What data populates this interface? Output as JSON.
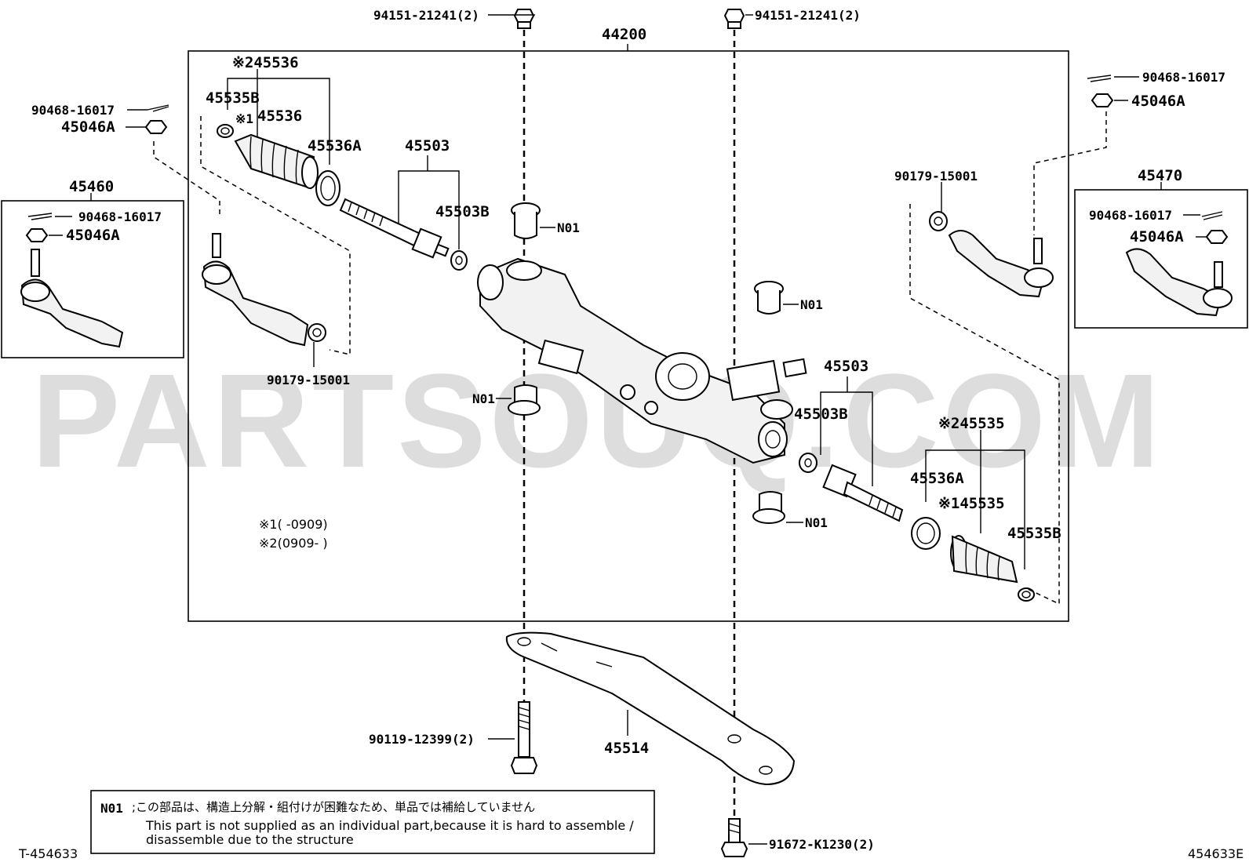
{
  "watermark": "PARTSOUQ.COM",
  "labels": {
    "assembly": "44200",
    "bolt_top_left": "94151-21241(2)",
    "bolt_top_right": "94151-21241(2)",
    "boot_ref_2_left": "※245536",
    "boot_left": "45536",
    "clamp_left": "45535B",
    "ref1_left": "※1",
    "clamp_ring_left": "45536A",
    "rack_end_left": "45503",
    "washer_left": "45503B",
    "n01_top": "N01",
    "n01_mid_left": "N01",
    "n01_mid_right": "N01",
    "n01_bottom": "N01",
    "tie_end_left": "45460",
    "pin_left_outer": "90468-16017",
    "nut_left_outer": "45046A",
    "pin_left_inset": "90468-16017",
    "nut_left_inset": "45046A",
    "cushion_left": "90179-15001",
    "tie_end_right": "45470",
    "pin_right_outer": "90468-16017",
    "nut_right_outer": "45046A",
    "pin_right_inset": "90468-16017",
    "nut_right_inset": "45046A",
    "cushion_right": "90179-15001",
    "rack_end_right": "45503",
    "washer_right": "45503B",
    "boot_ref_2_right": "※245535",
    "clamp_ring_right": "45536A",
    "boot_ref_1_right": "※145535",
    "clamp_right": "45535B",
    "crossmember": "45514",
    "bolt_lower": "90119-12399(2)",
    "bolt_bottom": "91672-K1230(2)"
  },
  "footnotes": {
    "ref1": "※1(    -0909)",
    "ref2": "※2(0909-    )"
  },
  "legend": {
    "code": "N01",
    "japanese": ";この部品は、構造上分解・組付けが困難なため、単品では補給していません",
    "english_line1": "This part is not supplied as an individual part,because it is hard to assemble /",
    "english_line2": "disassemble due to the structure"
  },
  "corner": {
    "left": "T-454633",
    "right": "454633E"
  }
}
